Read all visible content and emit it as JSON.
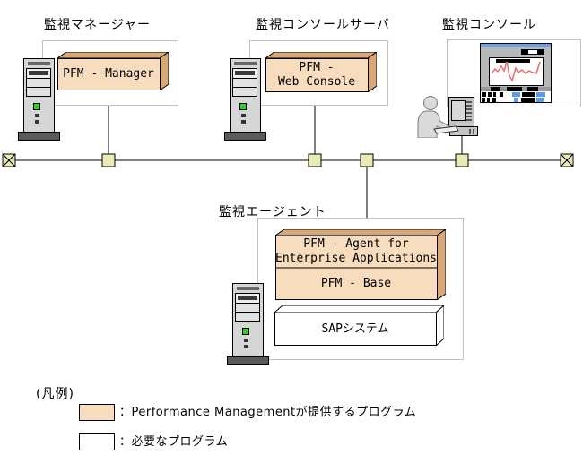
{
  "nodes": {
    "manager": {
      "label": "監視マネージャー",
      "program": "PFM - Manager"
    },
    "console_server": {
      "label": "監視コンソールサーバ",
      "program_line1": "PFM -",
      "program_line2": "Web Console"
    },
    "console": {
      "label": "監視コンソール"
    },
    "agent": {
      "label": "監視エージェント",
      "program_line1": "PFM - Agent for",
      "program_line2": "Enterprise Applications",
      "base_program": "PFM - Base",
      "external_system": "SAPシステム"
    }
  },
  "legend": {
    "title": "(凡例)",
    "items": [
      {
        "type": "provided",
        "label": "：Performance Managementが提供するプログラム"
      },
      {
        "type": "required",
        "label": "：必要なプログラム"
      }
    ]
  },
  "icons": {
    "server_tower": "server-tower-icon",
    "console_screen": "monitor-chart-icon",
    "operator": "user-at-computer-icon",
    "network_terminator": "network-terminator-icon",
    "network_node": "network-node-icon"
  },
  "colors": {
    "provided_fill": "#F8DCBE",
    "provided_side": "#D9A878",
    "required_fill": "#FFFFFF",
    "node_fill": "#EAEAB4",
    "container_border": "#C2C2C2",
    "server_body": "#D6D6D6",
    "server_base": "#5A5A5A",
    "led_green": "#33CC33",
    "titlebar_blue": "#6FA0DC",
    "cell_blue": "#5B9BE6",
    "chart_red": "#E07070"
  }
}
